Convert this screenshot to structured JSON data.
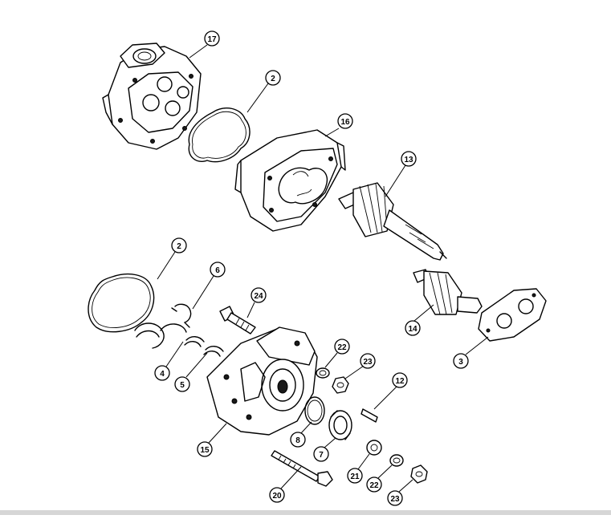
{
  "diagram": {
    "callouts": [
      {
        "id": "callout-17",
        "label": "17"
      },
      {
        "id": "callout-2a",
        "label": "2"
      },
      {
        "id": "callout-16",
        "label": "16"
      },
      {
        "id": "callout-13",
        "label": "13"
      },
      {
        "id": "callout-2b",
        "label": "2"
      },
      {
        "id": "callout-6",
        "label": "6"
      },
      {
        "id": "callout-24",
        "label": "24"
      },
      {
        "id": "callout-14",
        "label": "14"
      },
      {
        "id": "callout-3",
        "label": "3"
      },
      {
        "id": "callout-22a",
        "label": "22"
      },
      {
        "id": "callout-23a",
        "label": "23"
      },
      {
        "id": "callout-4",
        "label": "4"
      },
      {
        "id": "callout-5",
        "label": "5"
      },
      {
        "id": "callout-12",
        "label": "12"
      },
      {
        "id": "callout-15",
        "label": "15"
      },
      {
        "id": "callout-8",
        "label": "8"
      },
      {
        "id": "callout-7",
        "label": "7"
      },
      {
        "id": "callout-21",
        "label": "21"
      },
      {
        "id": "callout-22b",
        "label": "22"
      },
      {
        "id": "callout-20",
        "label": "20"
      },
      {
        "id": "callout-23b",
        "label": "23"
      }
    ]
  }
}
